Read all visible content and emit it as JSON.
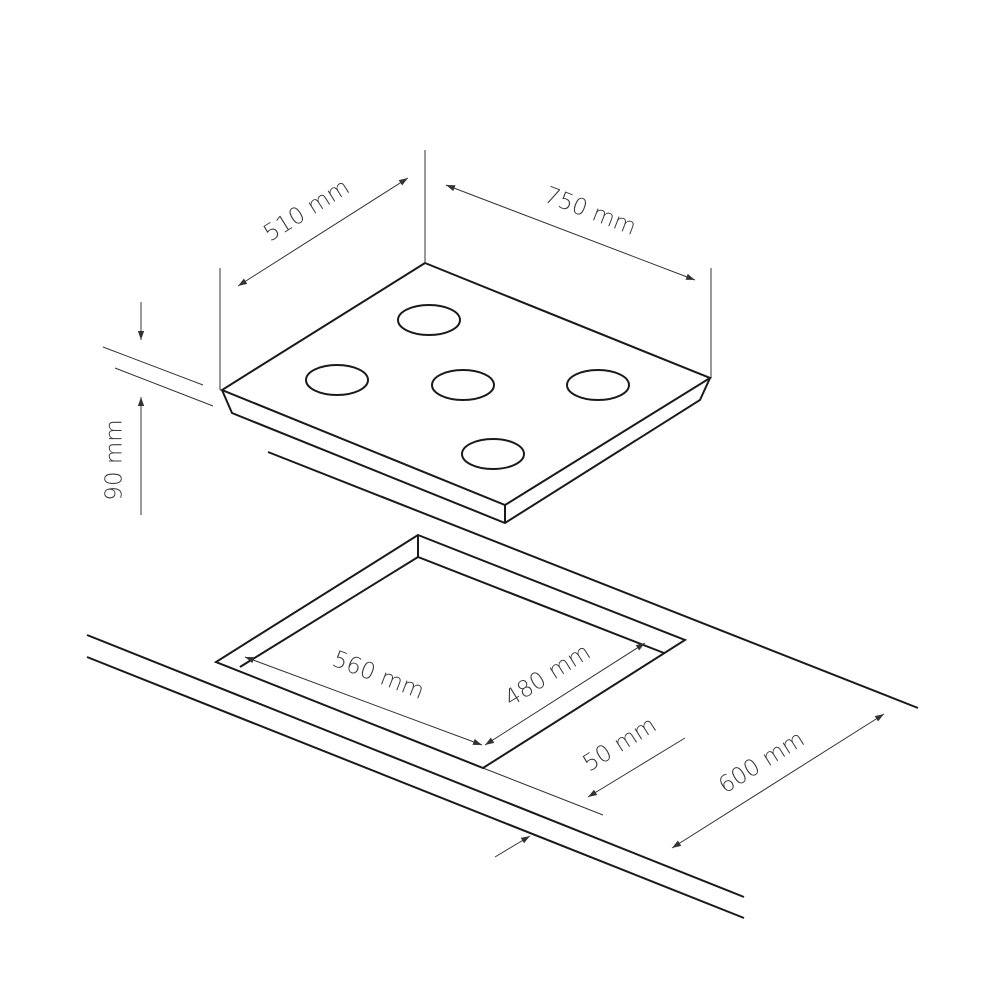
{
  "dimensions": {
    "hob_depth": "510 mm",
    "hob_width": "750 mm",
    "hob_height": "90 mm",
    "cutout_width": "560 mm",
    "cutout_depth": "480 mm",
    "front_margin": "50 mm",
    "counter_depth": "600 mm"
  },
  "colors": {
    "line": "#1a1a1a",
    "text": "#3a3a3a"
  }
}
